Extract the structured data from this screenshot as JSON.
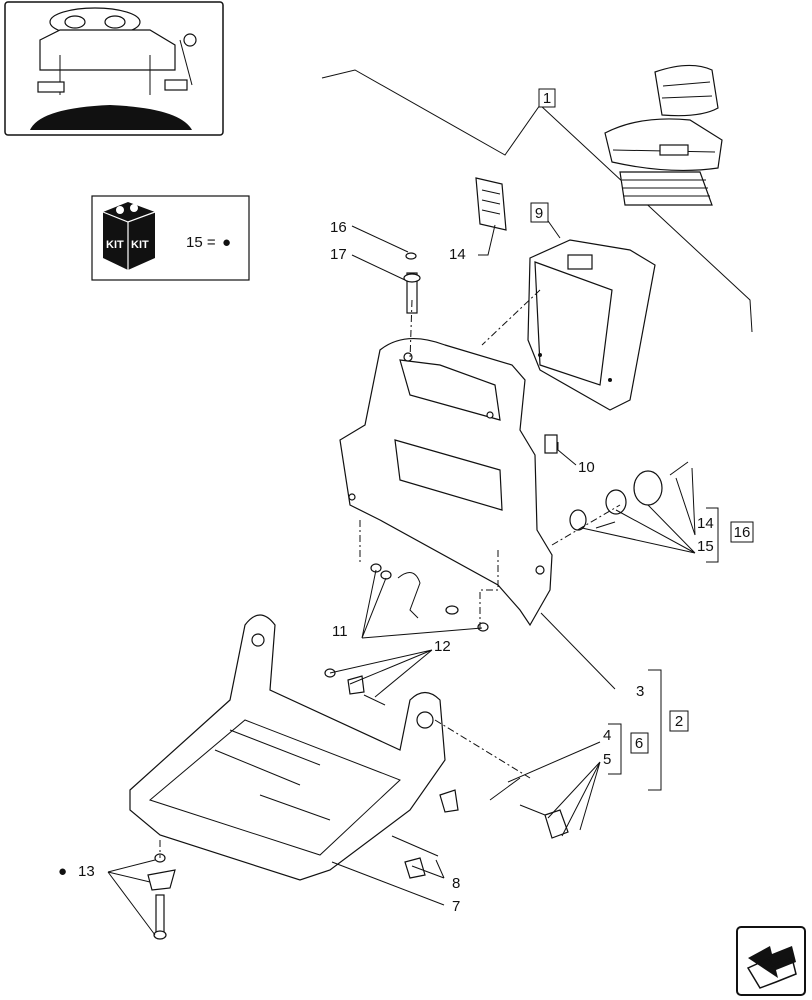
{
  "thumbnail": {
    "icon": "tractor-cab-pedals-thumbnail"
  },
  "kit_legend": {
    "kit_word": "KIT",
    "equation": "15 =",
    "symbol": "●"
  },
  "callouts": {
    "c1": "1",
    "c2": "2",
    "c3": "3",
    "c4": "4",
    "c5": "5",
    "c6": "6",
    "c7": "7",
    "c8": "8",
    "c9": "9",
    "c10": "10",
    "c11": "11",
    "c12": "12",
    "c13": "13",
    "c14a": "14",
    "c14b": "14",
    "c15": "15",
    "c16a": "16",
    "c16b": "16",
    "c17": "17"
  },
  "bullet": "●",
  "nav": {
    "icon": "next-page-arrow-icon"
  }
}
